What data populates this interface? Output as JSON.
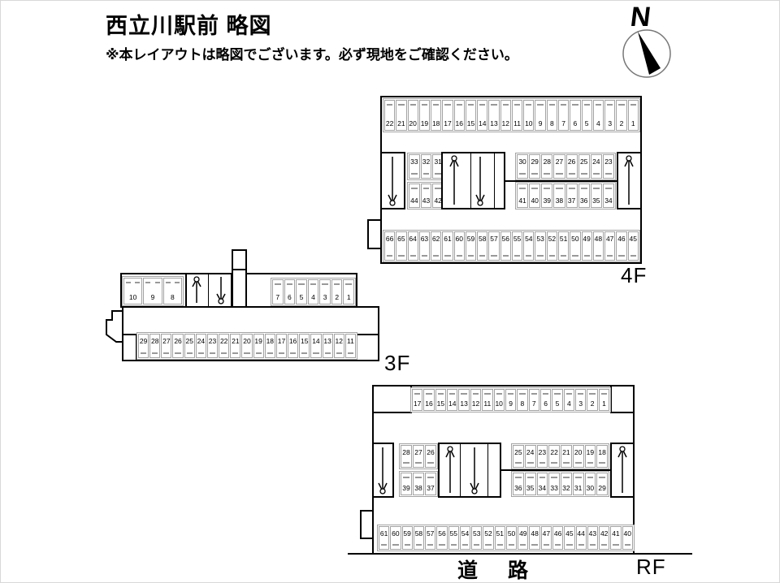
{
  "header": {
    "title": "西立川駅前 略図",
    "subtitle": "※本レイアウトは略図でございます。必ず現地をご確認ください。"
  },
  "compass": {
    "label": "N"
  },
  "road": {
    "label": "道　路"
  },
  "colors": {
    "outline": "#000000",
    "cell_border": "#a3a3a3",
    "dash": "#999999",
    "text": "#000000"
  },
  "floors": {
    "f4": {
      "label": "4F",
      "top_row": [
        22,
        21,
        20,
        19,
        18,
        17,
        16,
        15,
        14,
        13,
        12,
        11,
        10,
        9,
        8,
        7,
        6,
        5,
        4,
        3,
        2,
        1
      ],
      "mid_left_top": [
        33,
        32,
        31
      ],
      "mid_left_bottom": [
        44,
        43,
        42
      ],
      "mid_right_top": [
        30,
        29,
        28,
        27,
        26,
        25,
        24,
        23
      ],
      "mid_right_bottom": [
        41,
        40,
        39,
        38,
        37,
        36,
        35,
        34
      ],
      "bottom_row": [
        66,
        65,
        64,
        63,
        62,
        61,
        60,
        59,
        58,
        57,
        56,
        55,
        54,
        53,
        52,
        51,
        50,
        49,
        48,
        47,
        46,
        45
      ]
    },
    "f3": {
      "label": "3F",
      "upper_left": [
        10,
        9,
        8
      ],
      "upper_right": [
        7,
        6,
        5,
        4,
        3,
        2,
        1
      ],
      "bottom_row": [
        29,
        28,
        27,
        26,
        25,
        24,
        23,
        22,
        21,
        20,
        19,
        18,
        17,
        16,
        15,
        14,
        13,
        12,
        11
      ]
    },
    "rf": {
      "label": "RF",
      "top_row": [
        17,
        16,
        15,
        14,
        13,
        12,
        11,
        10,
        9,
        8,
        7,
        6,
        5,
        4,
        3,
        2,
        1
      ],
      "mid_left_top": [
        28,
        27,
        26
      ],
      "mid_left_bottom": [
        39,
        38,
        37
      ],
      "mid_right_top": [
        25,
        24,
        23,
        22,
        21,
        20,
        19,
        18
      ],
      "mid_right_bottom": [
        36,
        35,
        34,
        33,
        32,
        31,
        30,
        29
      ],
      "bottom_row": [
        61,
        60,
        59,
        58,
        57,
        56,
        55,
        54,
        53,
        52,
        51,
        50,
        49,
        48,
        47,
        46,
        45,
        44,
        43,
        42,
        41,
        40
      ]
    }
  }
}
